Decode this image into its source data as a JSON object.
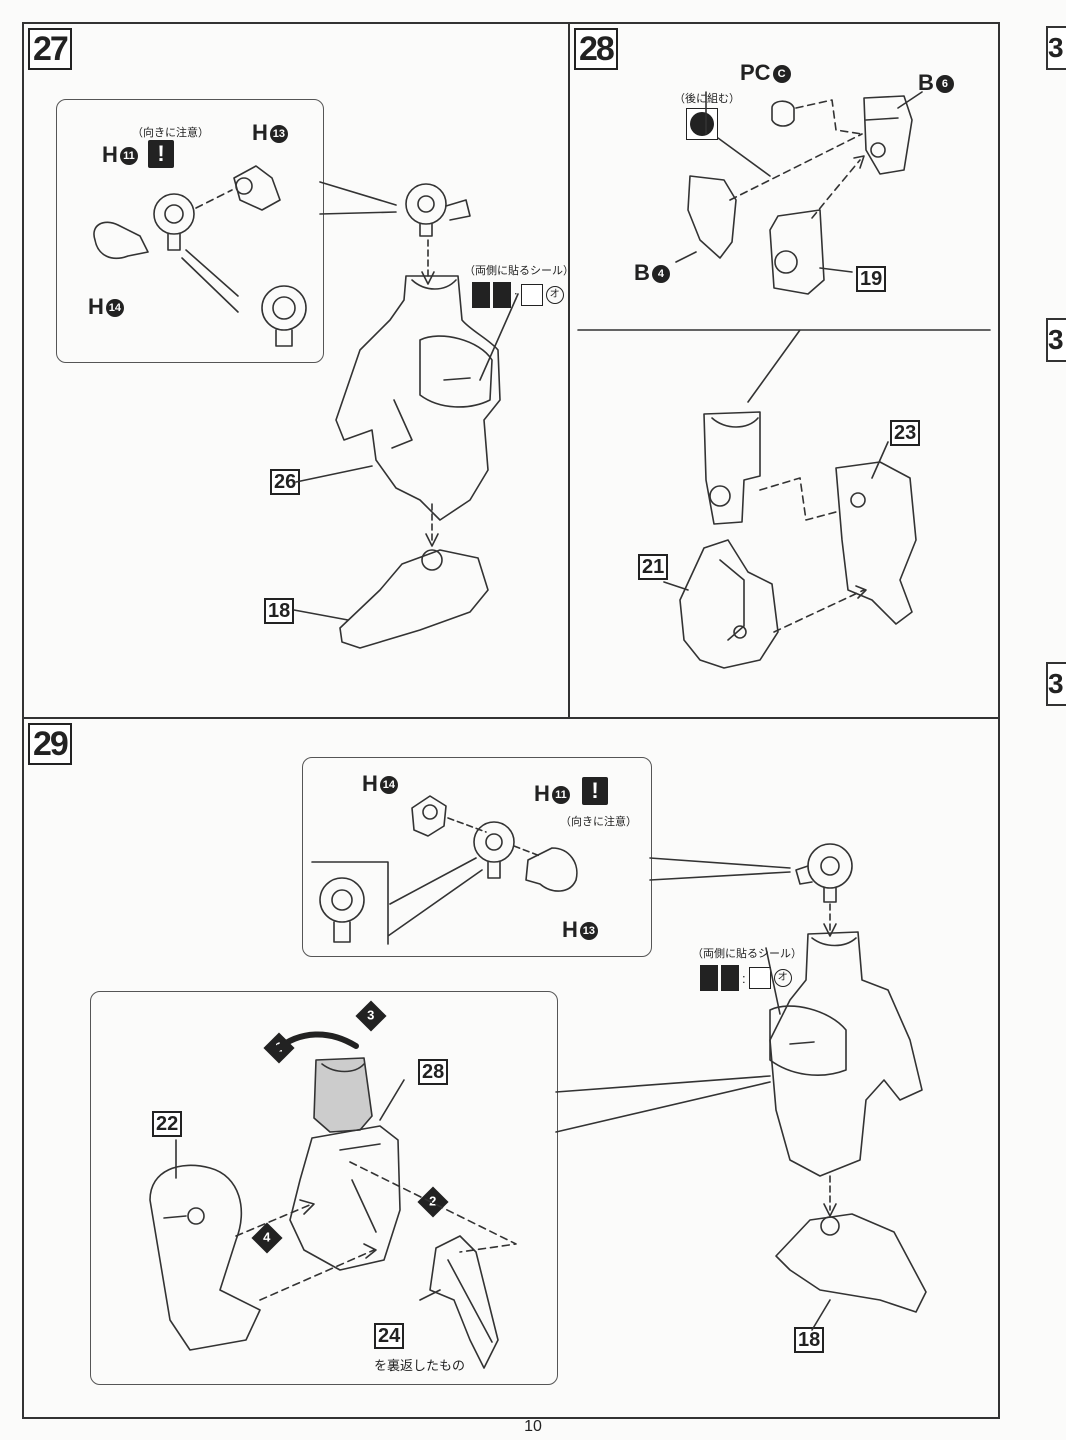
{
  "page_number": "10",
  "edge_tabs": [
    "3",
    "3",
    "3"
  ],
  "steps": {
    "s27": {
      "number": "27",
      "inset_labels": {
        "h11": "H",
        "h13": "H",
        "h14": "H"
      },
      "inset_circ": {
        "h11": "11",
        "h13": "13",
        "h14": "14"
      },
      "orientation_note": "（向きに注意）",
      "warn": "!",
      "sticker_note": "（両側に貼るシール）",
      "sticker_code": "オ",
      "parts": {
        "p26": "26",
        "p18": "18"
      }
    },
    "s28": {
      "number": "28",
      "labels": {
        "pc": "PC",
        "b6": "B",
        "b4": "B"
      },
      "label_circ": {
        "pc": "C",
        "b6": "6",
        "b4": "4"
      },
      "later_note": "（後に組む）",
      "parts": {
        "p19": "19",
        "p23": "23",
        "p21": "21"
      }
    },
    "s29": {
      "number": "29",
      "inset_labels": {
        "h14": "H",
        "h11": "H",
        "h13": "H"
      },
      "inset_circ": {
        "h14": "14",
        "h11": "11",
        "h13": "13"
      },
      "orientation_note": "（向きに注意）",
      "warn": "!",
      "sticker_note": "（両側に貼るシール）",
      "sticker_code": "オ",
      "parts": {
        "p28": "28",
        "p22": "22",
        "p24": "24",
        "p18": "18"
      },
      "reverse_note": "を裏返したもの",
      "sequence": [
        "1",
        "2",
        "3",
        "4"
      ]
    }
  }
}
